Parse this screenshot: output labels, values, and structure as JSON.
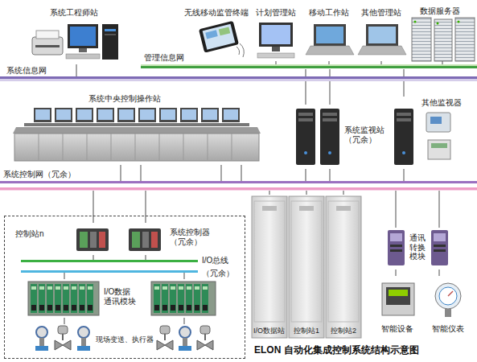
{
  "diagram": {
    "caption": "ELON 自动化集成控制系统结构示意图",
    "nodes": [
      {
        "text": [
          "系统工程师站"
        ]
      },
      {
        "text": [
          "无线移动监管终端"
        ]
      },
      {
        "text": [
          "计划管理站"
        ]
      },
      {
        "text": [
          "移动工作站"
        ]
      },
      {
        "text": [
          "其他管理站"
        ]
      },
      {
        "text": [
          "数据服务器"
        ]
      },
      {
        "text": [
          "管理信息网"
        ]
      },
      {
        "text": [
          "系统信息网"
        ]
      },
      {
        "text": [
          "系统中央控制操作站"
        ]
      },
      {
        "text": [
          "系统监视站 （冗余）"
        ]
      },
      {
        "text": [
          "其他监视器"
        ]
      },
      {
        "text": [
          "系统控制网（冗余）"
        ]
      },
      {
        "text": [
          "控制站n"
        ]
      },
      {
        "text": [
          "系统控制器 （冗余）"
        ],
        "in": 12
      },
      {
        "text": [
          "I/O总线",
          "（冗余）"
        ],
        "in": 12
      },
      {
        "text": [
          "I/O数据 通讯模块"
        ],
        "in": 12
      },
      {
        "text": [
          "现场变送、执行器"
        ],
        "in": 12
      },
      {
        "text": [
          "I/O数据站"
        ]
      },
      {
        "text": [
          "控制站1"
        ]
      },
      {
        "text": [
          "控制站2"
        ]
      },
      {
        "text": [
          "通讯 转换 模块"
        ]
      },
      {
        "text": [
          "智能设备"
        ]
      },
      {
        "text": [
          "智能仪表"
        ]
      }
    ],
    "edges": [
      {
        "from": 0,
        "to": 7,
        "arrow": "none"
      },
      {
        "from": 2,
        "to": 6,
        "arrow": "none"
      },
      {
        "from": 3,
        "to": 6,
        "arrow": "none"
      },
      {
        "from": 4,
        "to": 6,
        "arrow": "none"
      },
      {
        "from": 5,
        "to": 6,
        "arrow": "none"
      },
      {
        "from": 6,
        "to": 9,
        "arrow": "none"
      },
      {
        "from": 6,
        "to": 10,
        "arrow": "none"
      },
      {
        "from": 8,
        "to": 11,
        "arrow": "none"
      },
      {
        "from": 9,
        "to": 11,
        "arrow": "none"
      },
      {
        "from": 10,
        "to": 11,
        "arrow": "none"
      },
      {
        "from": 11,
        "to": 13,
        "arrow": "none"
      },
      {
        "from": 13,
        "to": 14,
        "arrow": "none"
      },
      {
        "from": 14,
        "to": 15,
        "arrow": "none"
      },
      {
        "from": 15,
        "to": 16,
        "arrow": "none"
      },
      {
        "from": 11,
        "to": 17,
        "arrow": "none"
      },
      {
        "from": 11,
        "to": 18,
        "arrow": "none"
      },
      {
        "from": 11,
        "to": 19,
        "arrow": "none"
      },
      {
        "from": 11,
        "to": 20,
        "arrow": "none"
      },
      {
        "from": 20,
        "to": 21,
        "arrow": "none"
      },
      {
        "from": 20,
        "to": 22,
        "arrow": "none"
      }
    ]
  }
}
